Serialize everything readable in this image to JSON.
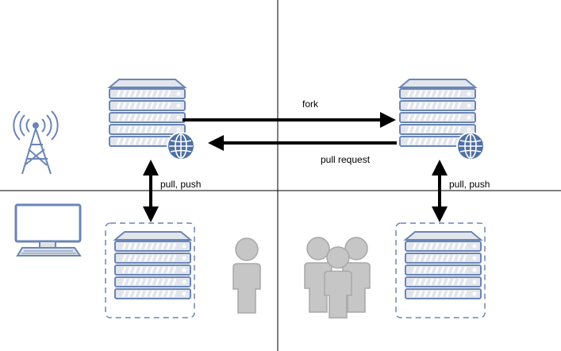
{
  "labels": {
    "fork": "fork",
    "pull_request": "pull request",
    "pull_push_left": "pull, push",
    "pull_push_right": "pull, push"
  },
  "colors": {
    "server_fill": "#dfe3ea",
    "server_stroke": "#6b85b5",
    "globe_fill": "#4f6fa5",
    "person_fill": "#c6c6c6",
    "person_stroke": "#a7a7a7",
    "arrow": "#000000",
    "divider": "#000000",
    "monitor": "#6b85b5",
    "tower": "#6b85b5"
  },
  "icons": [
    "server-icon",
    "globe-icon",
    "radio-tower-icon",
    "monitor-icon",
    "person-icon",
    "group-icon"
  ]
}
